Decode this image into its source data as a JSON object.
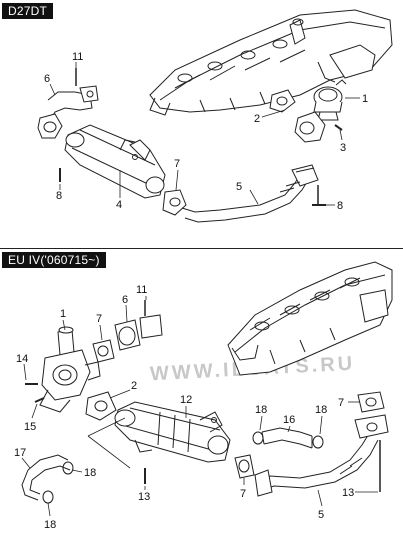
{
  "sections": [
    {
      "label": "D27DT"
    },
    {
      "label": "EU IV('060715~)"
    }
  ],
  "watermark": "WWW.ILCATS.RU",
  "callouts_top": [
    "11",
    "6",
    "1",
    "2",
    "3",
    "7",
    "5",
    "8",
    "4",
    "8"
  ],
  "callouts_bottom": [
    "1",
    "7",
    "6",
    "11",
    "14",
    "15",
    "2",
    "12",
    "18",
    "16",
    "18",
    "7",
    "17",
    "18",
    "13",
    "7",
    "5",
    "13",
    "18"
  ]
}
